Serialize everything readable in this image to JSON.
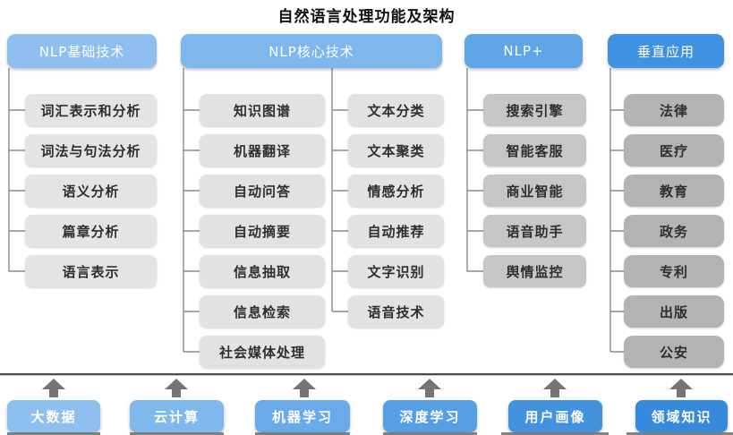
{
  "title": "自然语言处理功能及架构",
  "columns": [
    {
      "header": "NLP基础技术",
      "header_color": "#8fbfef",
      "item_color": "#e4e4e4",
      "items": [
        "词汇表示和分析",
        "词法与句法分析",
        "语义分析",
        "篇章分析",
        "语言表示"
      ]
    },
    {
      "header": "NLP核心技术",
      "header_color": "#7db7ec",
      "item_color": "#e2e2e2",
      "items_left": [
        "知识图谱",
        "机器翻译",
        "自动问答",
        "自动摘要",
        "信息抽取",
        "信息检索",
        "社会媒体处理"
      ],
      "items_right": [
        "文本分类",
        "文本聚类",
        "情感分析",
        "自动推荐",
        "文字识别",
        "语音技术"
      ]
    },
    {
      "header": "NLP+",
      "header_color": "#5ea6e7",
      "item_color": "#c6c6c6",
      "items": [
        "搜索引擎",
        "智能客服",
        "商业智能",
        "语音助手",
        "舆情监控"
      ]
    },
    {
      "header": "垂直应用",
      "header_color": "#3f91e2",
      "item_color": "#b3b3b3",
      "items": [
        "法律",
        "医疗",
        "教育",
        "政务",
        "专利",
        "出版",
        "公安"
      ]
    }
  ],
  "foundation": {
    "items": [
      {
        "label": "大数据",
        "color": "#8dc0ee"
      },
      {
        "label": "云计算",
        "color": "#7eb8ec"
      },
      {
        "label": "机器学习",
        "color": "#68abe8"
      },
      {
        "label": "深度学习",
        "color": "#55a0e4"
      },
      {
        "label": "用户画像",
        "color": "#4292de"
      },
      {
        "label": "领域知识",
        "color": "#3789dc"
      }
    ],
    "arrow_icon": "up-arrow"
  },
  "colors": {
    "connector": "#8a8a8a",
    "divider": "#4d4d4d",
    "arrow": "#757575",
    "title_text": "#111111",
    "item_text": "#2e2e2e"
  }
}
